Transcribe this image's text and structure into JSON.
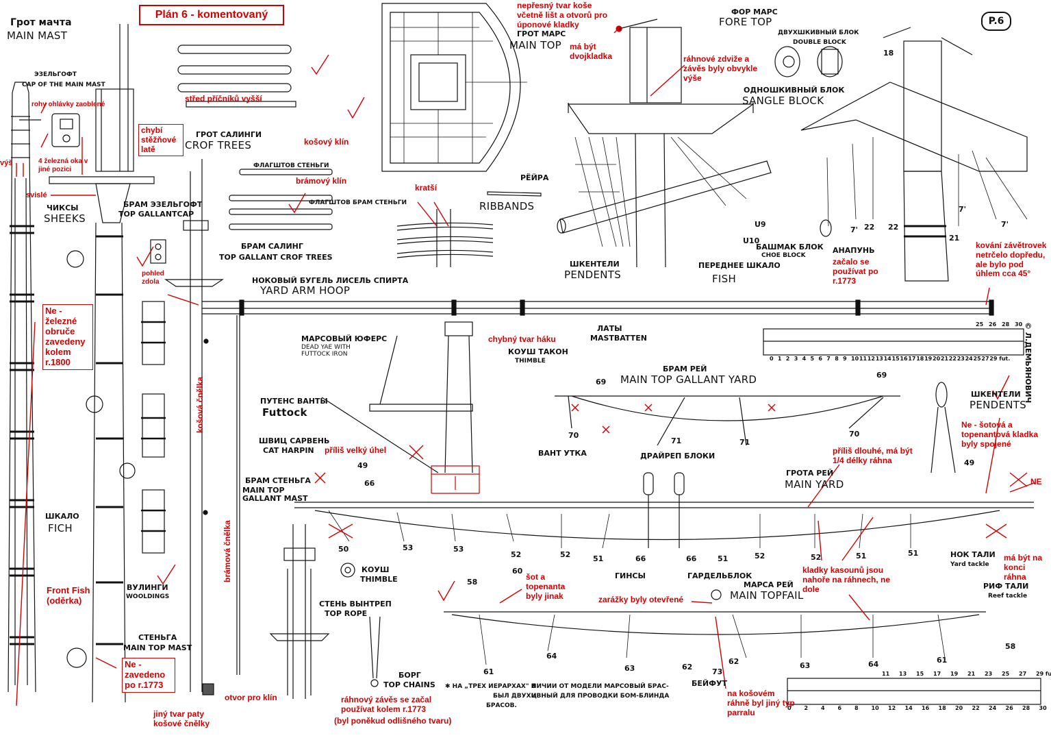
{
  "plan_title": "Plán 6 - komentovaný",
  "plate_badge": "P.6",
  "copyright": "© Л.ДЕМЬЯНОВИЧ",
  "printed": {
    "main_mast_ru": "Грот мачта",
    "main_mast_en": "MAIN MAST",
    "cap_ru": "ЭЗЕЛЬГОФТ",
    "cap_en": "CAP OF THE MAIN MAST",
    "cheeks_ru": "ЧИКСЫ",
    "cheeks_en": "SHEEKS",
    "fish_ru": "ШКАЛО",
    "fish_en": "FICH",
    "tg_cap_ru": "БРАМ ЭЗЕЛЬГОФТ",
    "tg_cap_en": "TOP GALLANTCAP",
    "crosstrees_ru": "ГРОТ САЛИНГИ",
    "crosstrees_en": "CROF TREES",
    "flagstaff1": "ФЛАГШТОВ СТЕНЬГИ",
    "flagstaff2": "ФЛАГШТОВ БРАМ СТЕНЬГИ",
    "tg_crosstrees_ru": "БРАМ САЛИНГ",
    "tg_crosstrees_en": "TOP GALLANT CROF TREES",
    "main_top_ru": "ГРОТ МАРС",
    "main_top_en": "MAIN TOP",
    "ribbands_ru": "РЁЙРА",
    "ribbands_en": "RIBBANDS",
    "fore_top_ru": "ФОР МАРС",
    "fore_top_en": "FORE TOP",
    "double_block_ru": "ДВУХШКИВНЫЙ БЛОК",
    "double_block_en": "DOUBLE BLOCK",
    "single_block_ru": "ОДНОШКИВНЫЙ БЛОК",
    "single_block_en": "SANGLE BLOCK",
    "pendents_ru": "ШКЕНТЕЛИ",
    "pendents_en": "PENDENTS",
    "fore_fish_ru": "ПЕРЕДНЕЕ ШКАЛО",
    "fore_fish_en": "FISH",
    "chock_block_ru": "БАШМАК БЛОК",
    "chock_block_en": "CHOE BLOCK",
    "anapun": "АНАПУНЬ",
    "yard_hoop_ru": "НОКОВЫЙ БУГЕЛЬ ЛИСЕЛЬ СПИРТА",
    "yard_hoop_en": "YARD ARM HOOP",
    "mastbatten_ru": "ЛАТЫ",
    "mastbatten_en": "MASTBATTEN",
    "deadeye_ru": "МАРСОВЫЙ ЮФЕРС",
    "deadeye_en": "DEAD YAE WITH FUTTOCK IRON",
    "thimble_ru": "КОУШ ТАКОН",
    "thimble_en": "THIMBLE",
    "futtock_ru": "ПУТЕНС ВАНТЫ",
    "futtock_en": "Futtock",
    "cat_harpin_ru": "ШВИЦ САРВЕНЬ",
    "cat_harpin_en": "CAT HARPIN",
    "tg_yard_ru": "БРАМ РЕЙ",
    "tg_yard_en": "MAIN TOP GALLANT YARD",
    "shroud_ru": "ВАНТ УТКА",
    "jeer_blocks_ru": "ДРАЙРЕП БЛОКИ",
    "main_yard_ru": "ГРОТА РЕЙ",
    "main_yard_en": "MAIN YARD",
    "pendents2_ru": "ШКЕНТЕЛИ",
    "pendents2_en": "PENDENTS",
    "tg_mast_ru": "БРАМ СТЕНЬГА",
    "tg_mast_en": "MAIN TOP GALLANT MAST",
    "woolding_ru": "ВУЛИНГИ",
    "woolding_en": "WOOLDINGS",
    "topmast_ru": "СТЕНЬГА",
    "topmast_en": "MAIN TOP MAST",
    "thimble2_ru": "КОУШ",
    "thimble2_en": "THIMBLE",
    "top_rope_ru": "СТЕНЬ ВЫНТРЕП",
    "top_rope_en": "TOP ROPE",
    "chains_ru": "БОРГ",
    "chains_en": "TOP CHAINS",
    "gins_ru": "ГИНСЫ",
    "gardel_ru": "ГАРДЕЛЬБЛОК",
    "topsail_yard_ru": "МАРСА РЕЙ",
    "topsail_yard_en": "MAIN TOPFAIL",
    "yard_tackle_ru": "НОК ТАЛИ",
    "yard_tackle_en": "Yard tackle",
    "reef_tackle_ru": "РИФ ТАЛИ",
    "reef_tackle_en": "Reef tackle",
    "beifut_ru": "БЕЙФУТ",
    "footnote_1": "✱ НА „ТРЕХ ИЕРАРХАХ\" В",
    "footnote_1b": "БЫЛ ДВУХЦ",
    "footnote_1c": "БРАСОВ.",
    "footnote_2": "ЛИЧИИ ОТ МОДЕЛИ МАРСОВЫЙ БРАС-",
    "footnote_2b": "ИВНЫЙ ДЛЯ ПРОВОДКИ БОМ-БЛИНДА",
    "scale_top_1": [
      "25",
      "26",
      "28",
      "30"
    ],
    "scale_bottom_1": [
      "0",
      "1",
      "2",
      "3",
      "4",
      "5",
      "6",
      "7",
      "8",
      "9",
      "10",
      "11",
      "12",
      "13",
      "14",
      "15",
      "16",
      "17",
      "18",
      "19",
      "20",
      "21",
      "22",
      "23",
      "24",
      "25",
      "27",
      "29 fut."
    ],
    "scale_top_2": [
      "11",
      "13",
      "15",
      "17",
      "19",
      "21",
      "23",
      "25",
      "27",
      "29 fut."
    ],
    "scale_bottom_2": [
      "0",
      "2",
      "4",
      "6",
      "8",
      "10",
      "12",
      "14",
      "16",
      "18",
      "20",
      "22",
      "24",
      "26",
      "28",
      "30"
    ],
    "nums": [
      "18",
      "22",
      "22",
      "21",
      "7'",
      "7'",
      "7'",
      "U9",
      "U10",
      "69",
      "69",
      "70",
      "71",
      "71",
      "70",
      "49",
      "66",
      "50",
      "53",
      "53",
      "52",
      "52",
      "51",
      "66",
      "66",
      "51",
      "52",
      "52",
      "51",
      "51",
      "49",
      "58",
      "60",
      "61",
      "64",
      "63",
      "62",
      "73",
      "62",
      "63",
      "64",
      "61",
      "58"
    ]
  },
  "notes": {
    "rohy": "rohy ohlávky zaoblené",
    "oka": "4 železná oka v jiné pozici",
    "vys": "výš",
    "svisle": "svislé",
    "chybi": "chybí stěžňové latě",
    "stred": "střed příčníků vyšší",
    "kosovy_klin": "košový klín",
    "bramovy_klin": "brámový klín",
    "kratsi": "kratší",
    "pohled": "pohled zdola",
    "ne_obruce": "Ne - železné obruče zavedeny kolem r.1800",
    "nepresny": "nepřesný tvar koše včetně lišt a otvorů pro úponové kladky",
    "dvojkladka": "má být dvojkladka",
    "rahnove": "ráhnové zdviže a závěs byly obvykle výše",
    "anapun": "začalo se používat po r.1773",
    "kovani": "kování závětrovek netrčelo dopředu, ale bylo pod úhlem cca 45°",
    "chybny_hak": "chybný tvar háku",
    "kosova_cnelka": "košová čnělka",
    "bramova_cnelka": "brámová čnělka",
    "prilis_uhel": "příliš velký úhel",
    "prilis_dlouhe": "příliš dlouhé, má být 1/4 délky ráhna",
    "ne_sotova": "Ne - šotová a topenantová kladka byly spojené",
    "ne_right": "NE",
    "ma_byt_konci": "má být na konci ráhna",
    "kladky_kasounu": "kladky kasounů jsou nahoře na ráhnech, ne dole",
    "sot_topenanta": "šot a topenanta byly jinak",
    "zarazky": "zarážky byly otevřené",
    "front_fish": "Front Fish (oděrka)",
    "ne_zavedeno": "Ne - zavedeno po r.1773",
    "otvor": "otvor pro klín",
    "jiny_tvar": "jiný tvar paty košové čnělky",
    "rahnovy_zaves": "ráhnový závěs se začal používat kolem r.1773",
    "byl_odlisny": "(byl poněkud odlišného tvaru)",
    "na_kosovem": "na košovém ráhně byl jiný typ parralu"
  }
}
